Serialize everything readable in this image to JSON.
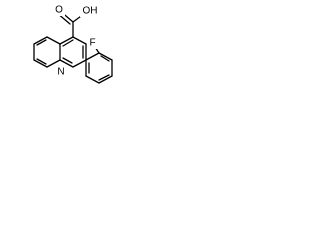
{
  "molecule": {
    "atom_labels": {
      "carboxyl_oxygen": "O",
      "hydroxyl": "OH",
      "ring_nitrogen": "N",
      "fluorine": "F"
    },
    "colors": {
      "bond": "#000000",
      "label": "#000000",
      "background": "#ffffff"
    }
  }
}
